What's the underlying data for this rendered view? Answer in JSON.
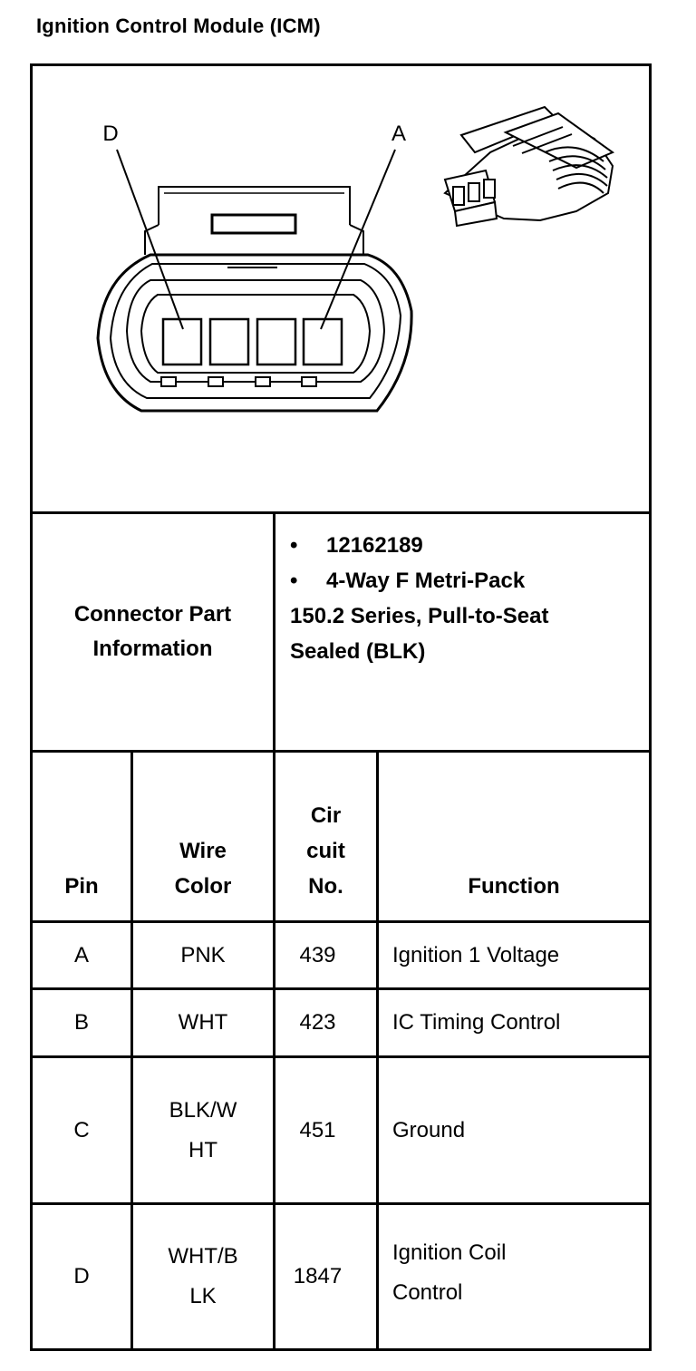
{
  "title": "Ignition Control Module (ICM)",
  "diagram": {
    "label_left": "D",
    "label_right": "A"
  },
  "connector_info": {
    "label_line1": "Connector Part",
    "label_line2": "Information",
    "bullets": [
      "12162189",
      "4-Way F Metri-Pack"
    ],
    "continuation": [
      "150.2 Series, Pull-to-Seat",
      "Sealed (BLK)"
    ]
  },
  "table": {
    "headers": {
      "pin": [
        "Pin"
      ],
      "wire_color": [
        "Wire",
        "Color"
      ],
      "circuit": [
        "Cir",
        "cuit",
        "No."
      ],
      "function": [
        "Function"
      ]
    },
    "rows": [
      {
        "pin": "A",
        "color": [
          "PNK"
        ],
        "circuit": "439",
        "function": [
          "Ignition 1 Voltage"
        ]
      },
      {
        "pin": "B",
        "color": [
          "WHT"
        ],
        "circuit": "423",
        "function": [
          "IC Timing Control"
        ]
      },
      {
        "pin": "C",
        "color": [
          "BLK/W",
          "HT"
        ],
        "circuit": "451",
        "function": [
          "Ground"
        ]
      },
      {
        "pin": "D",
        "color": [
          "WHT/B",
          "LK"
        ],
        "circuit": "1847",
        "function": [
          "Ignition Coil",
          "Control"
        ]
      }
    ]
  }
}
